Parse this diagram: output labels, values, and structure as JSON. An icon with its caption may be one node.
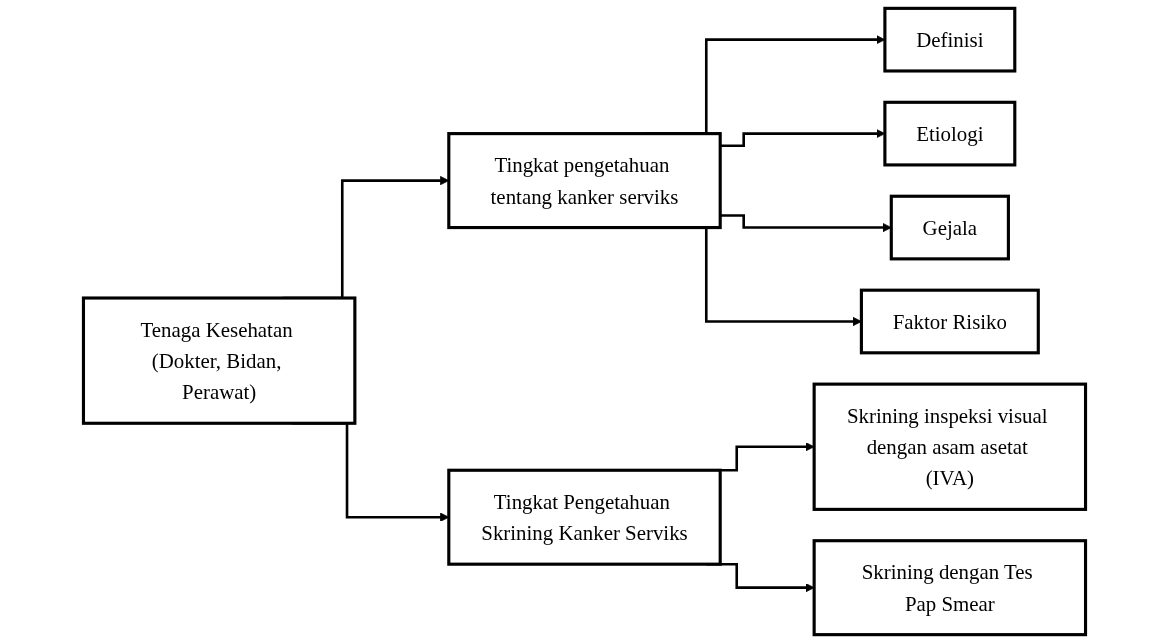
{
  "diagram": {
    "nodes": [
      {
        "text": [
          "Tenaga Kesehatan (Dokter, Bidan, Perawat)"
        ]
      },
      {
        "text": [
          "Tingkat pengetahuan tentang kanker serviks"
        ]
      },
      {
        "text": [
          "Tingkat Pengetahuan Skrining Kanker Serviks"
        ]
      },
      {
        "text": [
          "Definisi"
        ]
      },
      {
        "text": [
          "Etiologi"
        ]
      },
      {
        "text": [
          "Gejala"
        ]
      },
      {
        "text": [
          "Faktor Risiko"
        ]
      },
      {
        "text": [
          "Skrining inspeksi visual dengan asam asetat (IVA)"
        ]
      },
      {
        "text": [
          "Skrining dengan Tes Pap Smear"
        ]
      }
    ],
    "edges": [
      {
        "from": 0,
        "to": 1,
        "arrow": "to"
      },
      {
        "from": 0,
        "to": 2,
        "arrow": "to"
      },
      {
        "from": 1,
        "to": 3,
        "arrow": "to"
      },
      {
        "from": 1,
        "to": 4,
        "arrow": "to"
      },
      {
        "from": 1,
        "to": 5,
        "arrow": "to"
      },
      {
        "from": 1,
        "to": 6,
        "arrow": "to"
      },
      {
        "from": 2,
        "to": 7,
        "arrow": "to"
      },
      {
        "from": 2,
        "to": 8,
        "arrow": "to"
      }
    ]
  }
}
